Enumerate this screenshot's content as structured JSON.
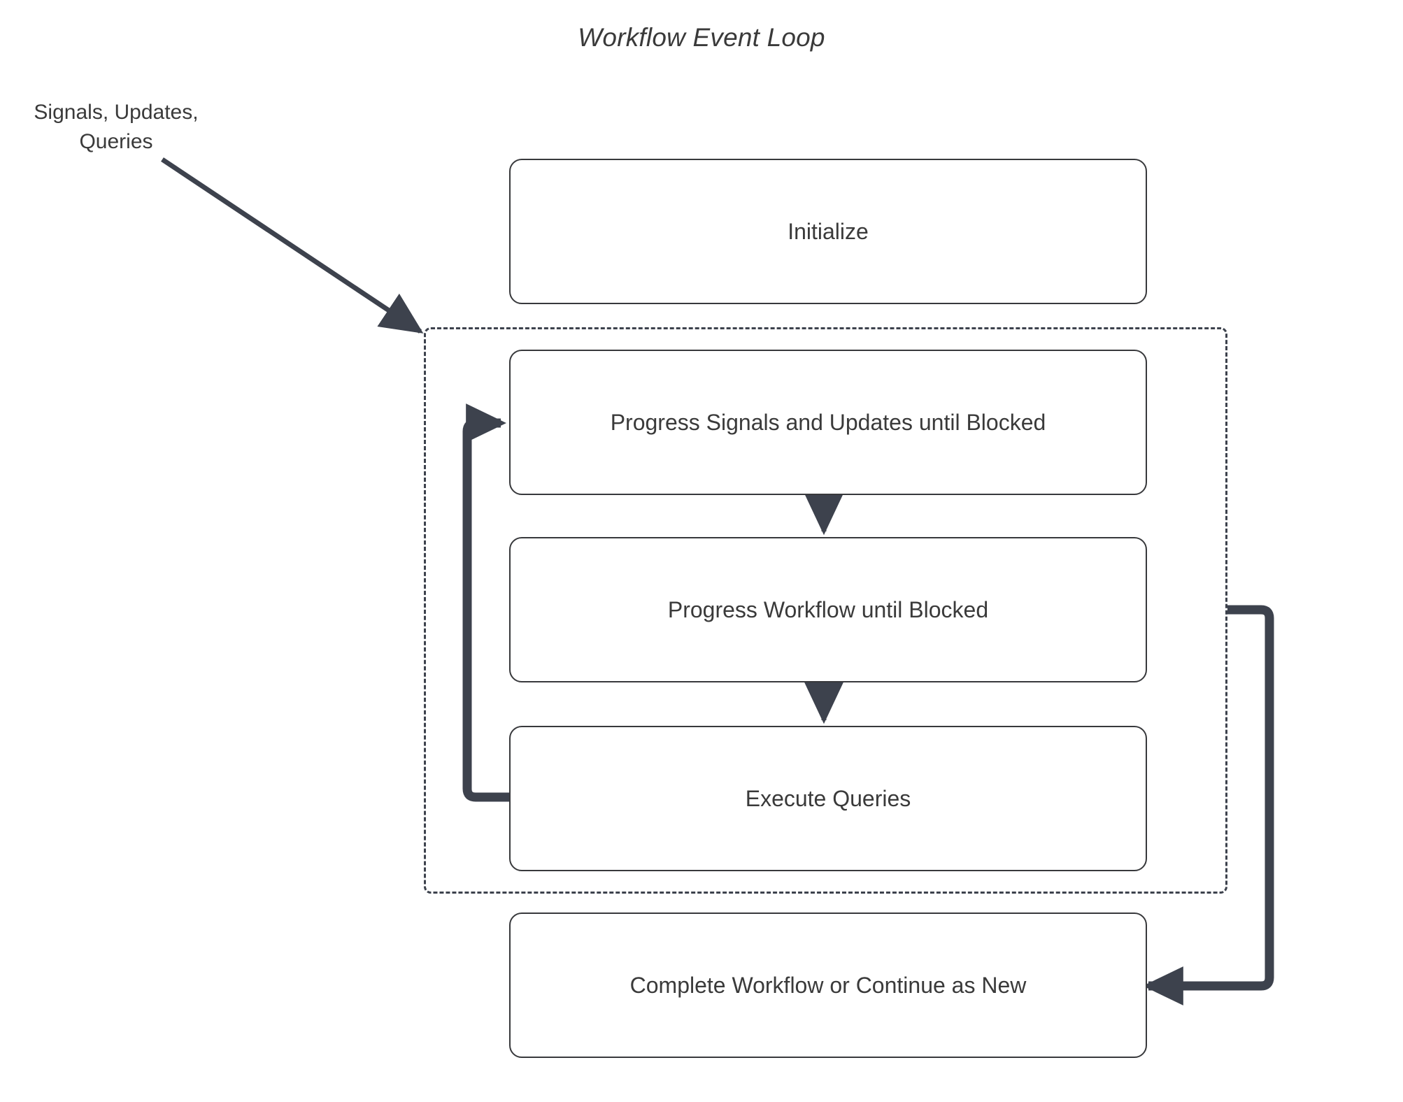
{
  "diagram": {
    "title": "Workflow Event Loop",
    "type": "flowchart",
    "colors": {
      "background": "#ffffff",
      "node_border": "#38393c",
      "node_fill": "#ffffff",
      "text": "#3a3a3a",
      "connector": "#3d424d",
      "dashed_group_border": "#3d424d"
    },
    "external_inputs": [
      {
        "id": "external-input",
        "label_line_1": "Signals, Updates,",
        "label_line_2": "Queries",
        "label": "Signals, Updates, Queries"
      }
    ],
    "group": {
      "id": "event-loop-group",
      "label": "",
      "style": "dashed",
      "note": "dashed rounded rectangle enclosing the three looping steps"
    },
    "nodes": [
      {
        "id": "initialize",
        "label": "Initialize",
        "shape": "rounded-rect",
        "in_group": false
      },
      {
        "id": "progress-signals",
        "label": "Progress Signals and Updates until Blocked",
        "shape": "rounded-rect",
        "in_group": true
      },
      {
        "id": "progress-workflow",
        "label": "Progress Workflow until Blocked",
        "shape": "rounded-rect",
        "in_group": true
      },
      {
        "id": "execute-queries",
        "label": "Execute Queries",
        "shape": "rounded-rect",
        "in_group": true
      },
      {
        "id": "complete",
        "label": "Complete Workflow or Continue as New",
        "shape": "rounded-rect",
        "in_group": false
      }
    ],
    "edges": [
      {
        "id": "edge-external-to-group",
        "from": "external-input",
        "to": "event-loop-group",
        "label": "",
        "style": "solid-thin",
        "arrow": "end"
      },
      {
        "id": "edge-signals-to-workflow",
        "from": "progress-signals",
        "to": "progress-workflow",
        "label": "",
        "style": "solid-thin",
        "arrow": "end"
      },
      {
        "id": "edge-workflow-to-queries",
        "from": "progress-workflow",
        "to": "execute-queries",
        "label": "",
        "style": "solid-thin",
        "arrow": "end"
      },
      {
        "id": "edge-queries-loopback",
        "from": "execute-queries",
        "to": "progress-signals",
        "label": "",
        "style": "solid-thick",
        "arrow": "end"
      },
      {
        "id": "edge-group-to-complete",
        "from": "event-loop-group",
        "to": "complete",
        "label": "",
        "style": "solid-thick",
        "arrow": "end"
      }
    ]
  }
}
